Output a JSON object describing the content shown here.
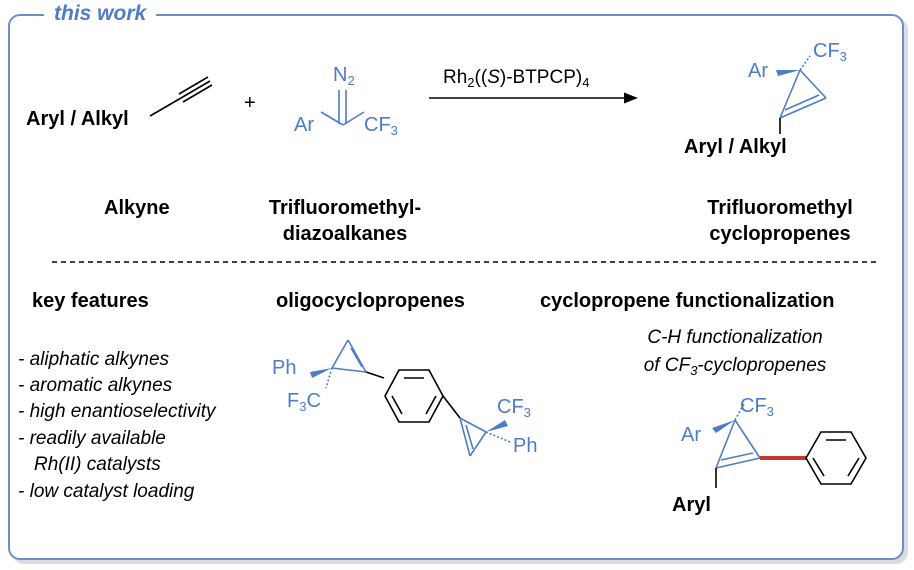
{
  "header": {
    "tag": "this work"
  },
  "reaction": {
    "reactant1_group": "Aryl / Alkyl",
    "plus": "+",
    "reactant2": {
      "n2": "N",
      "n2_sub": "2",
      "ar": "Ar",
      "cf": "CF",
      "cf_sub": "3"
    },
    "conditions": {
      "pre": "Rh",
      "sub1": "2",
      "mid": "((",
      "italic": "S",
      "post": ")-BTPCP)",
      "sub2": "4"
    },
    "product": {
      "ar": "Ar",
      "cf": "CF",
      "cf_sub": "3",
      "group": "Aryl / Alkyl"
    },
    "names": {
      "alkyne": "Alkyne",
      "diazo_line1": "Trifluoromethyl-",
      "diazo_line2": "diazoalkanes",
      "product_line1": "Trifluoromethyl",
      "product_line2": "cyclopropenes"
    }
  },
  "features": {
    "heading": "key features",
    "items": [
      "- aliphatic alkynes",
      "- aromatic alkynes",
      "- high enantioselectivity",
      "- readily available",
      "Rh(II) catalysts",
      "- low catalyst loading"
    ]
  },
  "oligo": {
    "heading": "oligocyclopropenes",
    "ph1": "Ph",
    "f3c": "F",
    "f3c_sub": "3",
    "f3c_c": "C",
    "cf": "CF",
    "cf_sub": "3",
    "ph2": "Ph"
  },
  "functionalization": {
    "heading": "cyclopropene functionalization",
    "line1": "C-H functionalization",
    "line2_pre": "of CF",
    "line2_sub": "3",
    "line2_post": "-cyclopropenes",
    "ar": "Ar",
    "cf": "CF",
    "cf_sub": "3",
    "aryl": "Aryl"
  },
  "colors": {
    "accent": "#4f7cc7",
    "border": "#6f8fc4",
    "bond_highlight": "#c0392b"
  }
}
